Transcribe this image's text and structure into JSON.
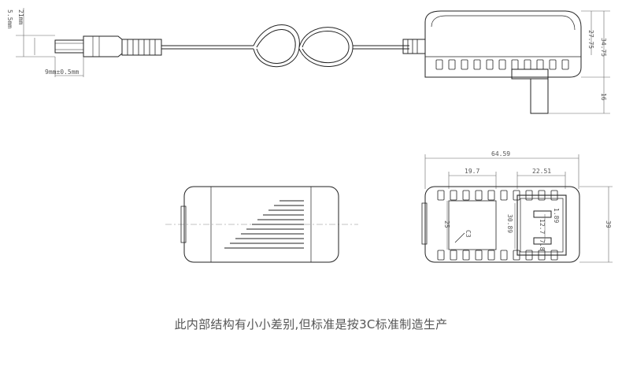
{
  "caption": "此内部结构有小小差别,但标准是按3C标准制造生产",
  "dimensions": {
    "plug_width": "21mm",
    "plug_height": "5.5mm",
    "plug_length": "9mm±0.5mm",
    "adapter_body_height": "27.75",
    "adapter_total_height": "34.75",
    "pin_length": "16",
    "front_width": "64.59",
    "front_left_offset": "19.7",
    "front_right_offset": "22.51",
    "front_height": "39",
    "front_inner_height": "25",
    "pin_span": "30.89",
    "pin_pitch": "12.7",
    "pin_width": "1.89",
    "pin_thickness": "7.8",
    "marker": "C3"
  }
}
